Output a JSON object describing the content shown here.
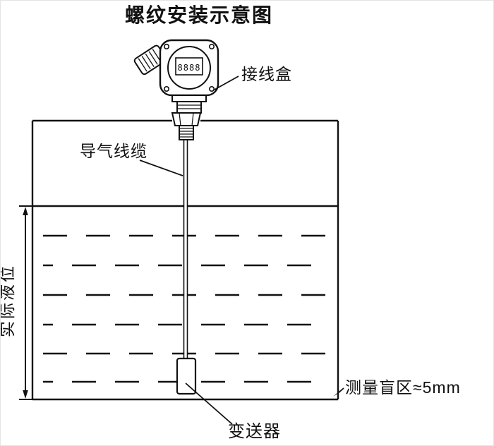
{
  "title": "螺纹安装示意图",
  "device": {
    "display": "8888"
  },
  "labels": {
    "junction_box": "接线盒",
    "air_cable": "导气线缆",
    "actual_level": "实际液位",
    "blind_zone": "测量盲区≈5mm",
    "transmitter": "变送器"
  },
  "colors": {
    "line": "#111111",
    "background": "#ffffff"
  }
}
